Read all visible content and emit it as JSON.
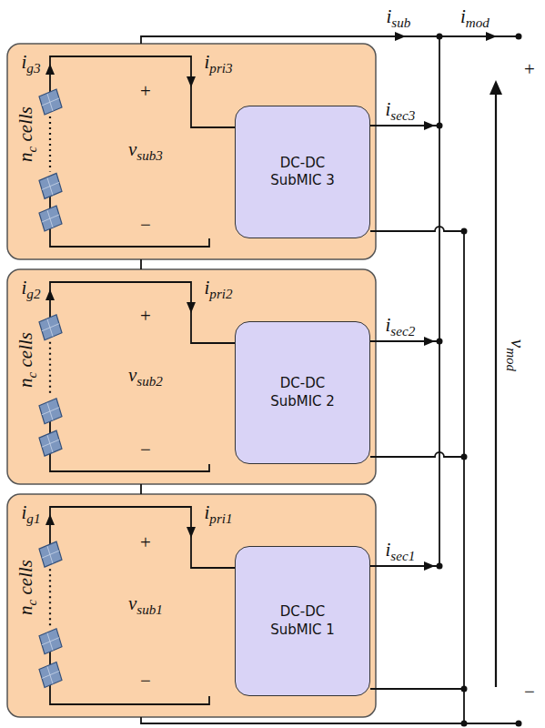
{
  "diagram": {
    "nodes": [
      {
        "text": [
          "nc cells",
          "ig3",
          "+",
          "vsub3",
          "−",
          "ipri3"
        ]
      },
      {
        "text": [
          "DC-DC SubMIC 3"
        ],
        "in": 0
      },
      {
        "text": [
          "nc cells",
          "ig2",
          "+",
          "vsub2",
          "−",
          "ipri2"
        ]
      },
      {
        "text": [
          "DC-DC SubMIC 2"
        ],
        "in": 2
      },
      {
        "text": [
          "nc cells",
          "ig1",
          "+",
          "vsub1",
          "−",
          "ipri1"
        ]
      },
      {
        "text": [
          "DC-DC SubMIC 1"
        ],
        "in": 4
      }
    ],
    "edges": [
      {
        "from": 2,
        "to": 0,
        "arrow": "none"
      },
      {
        "from": 4,
        "to": 2,
        "arrow": "none"
      }
    ],
    "labels": [
      "isub",
      "imod",
      "isec3",
      "isec2",
      "isec1",
      "vmod",
      "+",
      "−"
    ]
  }
}
